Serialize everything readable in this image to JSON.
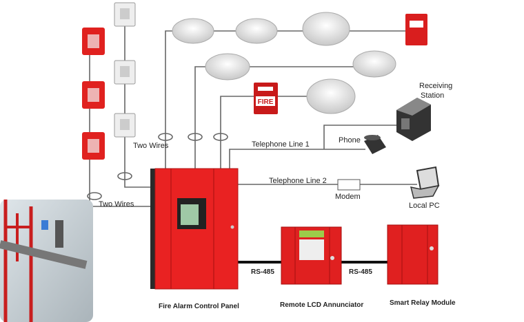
{
  "labels": {
    "two_wires_1": "Two Wires",
    "two_wires_2": "Two Wires",
    "telephone_line_1": "Telephone Line 1",
    "telephone_line_2": "Telephone Line 2",
    "phone": "Phone",
    "receiving_station_1": "Receiving",
    "receiving_station_2": "Station",
    "modem": "Modem",
    "local_pc": "Local PC",
    "rs485_1": "RS-485",
    "rs485_2": "RS-485",
    "fire_alarm_control_panel": "Fire Alarm Control Panel",
    "remote_lcd_annunciator": "Remote LCD Annunciator",
    "smart_relay_module": "Smart Relay Module",
    "pull_station_text": "FIRE"
  },
  "colors": {
    "device_red": "#e0211f",
    "wire": "#666666",
    "bus": "#111111"
  }
}
